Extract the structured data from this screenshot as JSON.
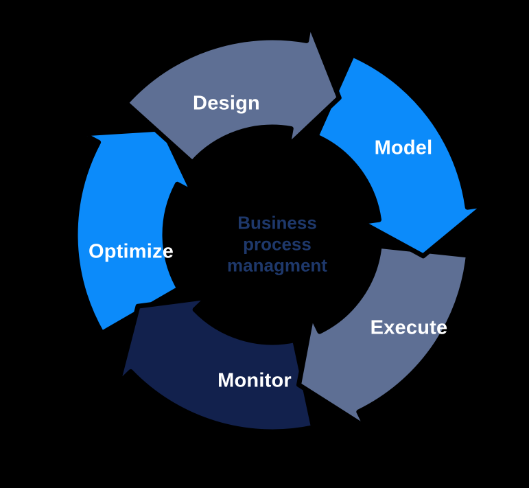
{
  "diagram": {
    "type": "cycle",
    "title": "Business process managment",
    "center_text": {
      "line1": "Business",
      "line2": "process",
      "line3": "managment",
      "color": "#1e386b"
    },
    "background_color": "#000000",
    "outline_color": "#000000",
    "label_color": "#ffffff",
    "steps": [
      {
        "id": "design",
        "label": "Design",
        "color": "#5e6f94"
      },
      {
        "id": "model",
        "label": "Model",
        "color": "#0c8bfa"
      },
      {
        "id": "execute",
        "label": "Execute",
        "color": "#5e6f94"
      },
      {
        "id": "monitor",
        "label": "Monitor",
        "color": "#12214d"
      },
      {
        "id": "optimize",
        "label": "Optimize",
        "color": "#0c8bfa"
      }
    ]
  }
}
